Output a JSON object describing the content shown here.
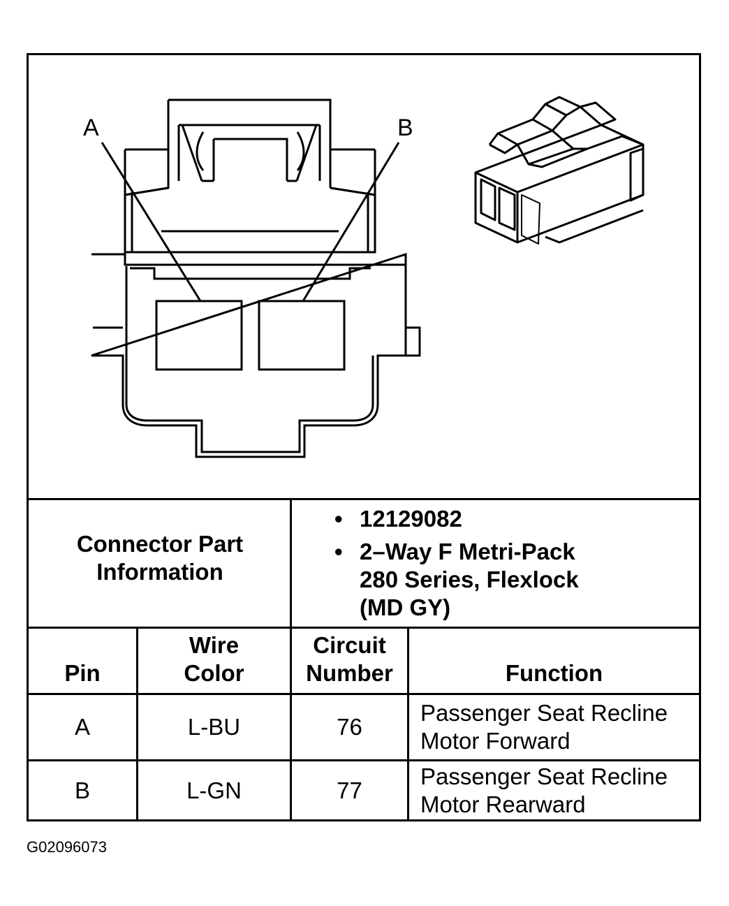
{
  "diagram": {
    "pin_labels": [
      "A",
      "B"
    ]
  },
  "connector_part_information": {
    "label_line1": "Connector Part",
    "label_line2": "Information",
    "items": [
      {
        "lines": [
          "12129082"
        ]
      },
      {
        "lines": [
          "2–Way F Metri-Pack",
          "280 Series, Flexlock",
          "(MD GY)"
        ]
      }
    ]
  },
  "table": {
    "headers": {
      "pin": [
        "",
        "Pin"
      ],
      "wire_color": [
        "Wire",
        "Color"
      ],
      "circuit_number": [
        "Circuit",
        "Number"
      ],
      "function": [
        "",
        "Function"
      ]
    },
    "rows": [
      {
        "pin": "A",
        "wire_color": "L-BU",
        "circuit_number": "76",
        "function": [
          "Passenger Seat Recline",
          "Motor Forward"
        ]
      },
      {
        "pin": "B",
        "wire_color": "L-GN",
        "circuit_number": "77",
        "function": [
          "Passenger Seat Recline",
          "Motor Rearward"
        ]
      }
    ]
  },
  "figure_id": "G02096073"
}
